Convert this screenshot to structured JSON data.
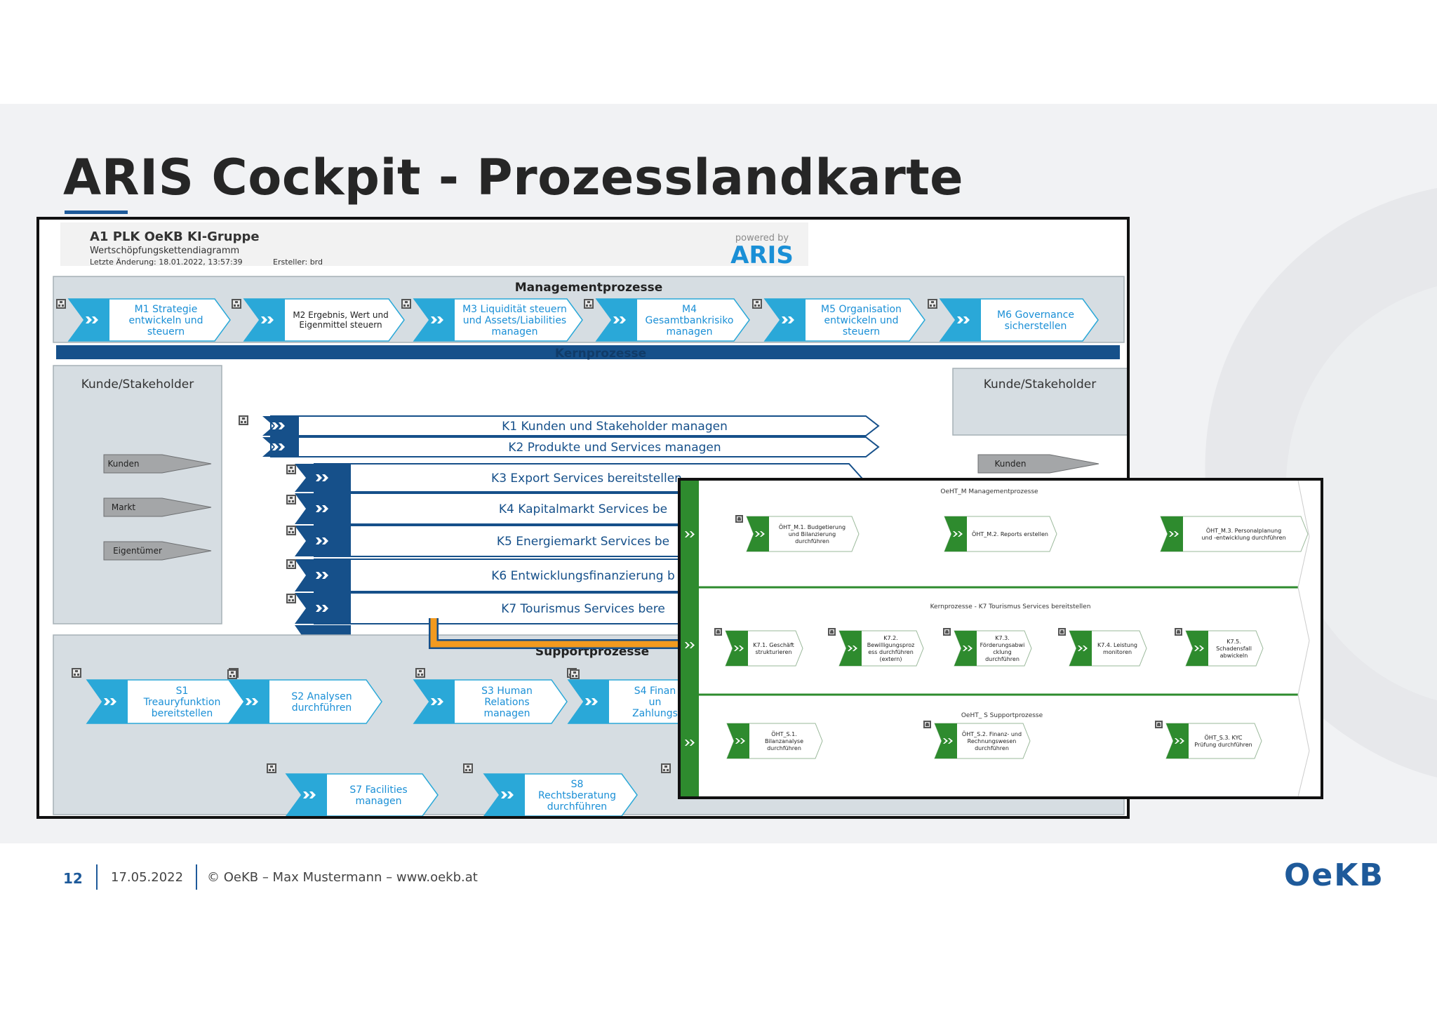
{
  "slide": {
    "title": "ARIS Cockpit - Prozesslandkarte",
    "page_number": "12",
    "date": "17.05.2022",
    "copyright": "© OeKB – Max Mustermann – www.oekb.at",
    "logo_text": "OeKB"
  },
  "aris_header": {
    "title": "A1 PLK OeKB KI-Gruppe",
    "subtitle": "Wertschöpfungskettendiagramm",
    "last_change": "Letzte Änderung: 18.01.2022, 13:57:39",
    "author": "Ersteller: brd",
    "powered_by": "powered by",
    "brand": "ARIS"
  },
  "management": {
    "label": "Managementprozesse",
    "items": [
      [
        "M1 Strategie",
        "entwickeln und",
        "steuern"
      ],
      [
        "M2 Ergebnis, Wert und",
        "Eigenmittel steuern"
      ],
      [
        "M3 Liquidität steuern",
        "und Assets/Liabilities",
        "managen"
      ],
      [
        "M4",
        "Gesamtbankrisiko",
        "managen"
      ],
      [
        "M5 Organisation",
        "entwickeln und",
        "steuern"
      ],
      [
        "M6 Governance",
        "sicherstellen"
      ]
    ]
  },
  "kern": {
    "label": "Kernprozesse",
    "left_title": "Kunde/Stakeholder",
    "left_items": [
      "Kunden",
      "Markt",
      "Eigentümer"
    ],
    "right_title": "Kunde/Stakeholder",
    "right_items": [
      "Kunden"
    ],
    "items": [
      "K1 Kunden und Stakeholder managen",
      "K2 Produkte und Services managen",
      "K3 Export Services bereitstellen",
      "K4 Kapitalmarkt Services be",
      "K5 Energiemarkt Services be",
      "K6 Entwicklungsfinanzierung b",
      "K7 Tourismus Services bere"
    ]
  },
  "support": {
    "label": "Supportprozesse",
    "row1": [
      [
        "S1",
        "Treauryfunktion",
        "bereitstellen"
      ],
      [
        "S2 Analysen",
        "durchführen"
      ],
      [
        "S3 Human",
        "Relations",
        "managen"
      ],
      [
        "S4 Finan",
        "un",
        "Zahlungs"
      ]
    ],
    "row2": [
      [
        "S7 Facilities",
        "managen"
      ],
      [
        "S8",
        "Rechtsberatung",
        "durchführen"
      ]
    ]
  },
  "detail": {
    "mgmt_label": "OeHT_M Managementprozesse",
    "mgmt_items": [
      [
        "ÖHT_M.1. Budgetierung",
        "und Bilanzierung",
        "durchführen"
      ],
      [
        "ÖHT_M.2. Reports erstellen"
      ],
      [
        "ÖHT_M.3. Personalplanung",
        "und -entwicklung durchführen"
      ]
    ],
    "kern_label": "Kernprozesse - K7 Tourismus Services bereitstellen",
    "kern_items": [
      [
        "K7.1. Geschäft",
        "strukturieren"
      ],
      [
        "K7.2.",
        "Bewilligungsproz",
        "ess durchführen",
        "(extern)"
      ],
      [
        "K7.3.",
        "Förderungsabwi",
        "cklung",
        "durchführen"
      ],
      [
        "K7.4. Leistung",
        "monitoren"
      ],
      [
        "K7.5.",
        "Schadensfall",
        "abwickeln"
      ]
    ],
    "support_label": "OeHT_ S Supportprozesse",
    "support_items": [
      [
        "ÖHT_S.1.",
        "Bilanzanalyse",
        "durchführen"
      ],
      [
        "ÖHT_S.2. Finanz- und",
        "Rechnungswesen",
        "durchführen"
      ],
      [
        "ÖHT_S.3. KYC",
        "Prüfung durchführen"
      ]
    ]
  },
  "colors": {
    "aris_blue": "#2aa8d8",
    "dark_blue": "#16508a",
    "green": "#2e8b2e",
    "arrow_orange": "#f29a1f",
    "accent": "#1e5a9a"
  }
}
